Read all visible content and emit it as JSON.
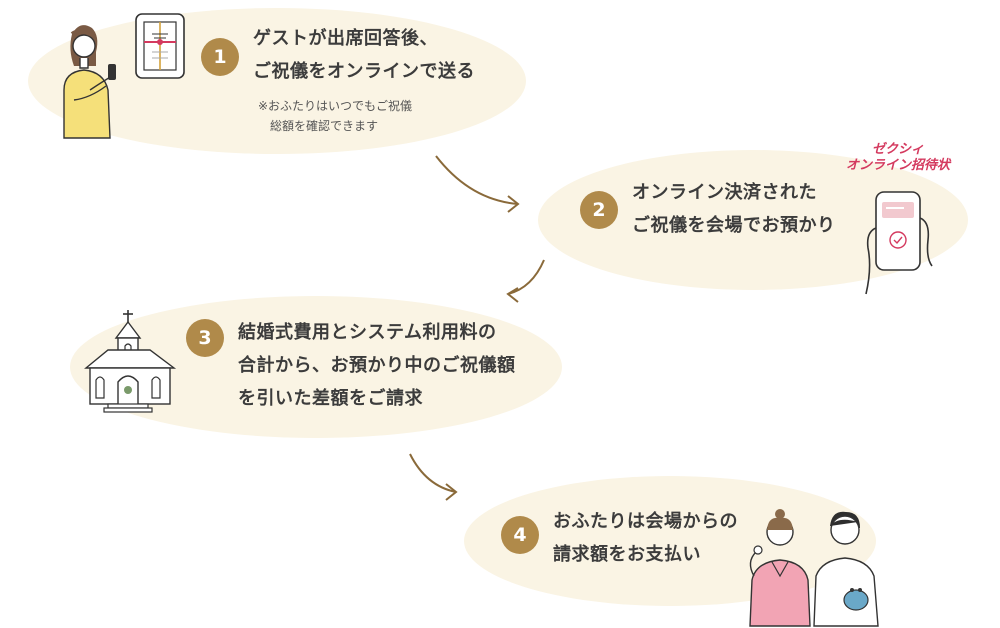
{
  "steps": [
    {
      "number": "1",
      "line1": "ゲストが出席回答後、",
      "line2": "ご祝儀をオンラインで送る",
      "note1": "※おふたりはいつでもご祝儀",
      "note2": "総額を確認できます"
    },
    {
      "number": "2",
      "line1": "オンライン決済された",
      "line2": "ご祝儀を会場でお預かり"
    },
    {
      "number": "3",
      "line1": "結婚式費用とシステム利用料の",
      "line2": "合計から、お預かり中のご祝儀額",
      "line3": "を引いた差額をご請求"
    },
    {
      "number": "4",
      "line1": "おふたりは会場からの",
      "line2": "請求額をお支払い"
    }
  ],
  "brand": {
    "line1": "ゼクシィ",
    "line2": "オンライン招待状"
  },
  "colors": {
    "accent": "#b08a4a",
    "blob": "#faf4e4",
    "brand": "#d43a5f"
  },
  "icons": [
    "woman-with-phone-icon",
    "gift-envelope-icon",
    "phone-in-hand-icon",
    "chapel-icon",
    "couple-icon",
    "flow-arrow-icon"
  ]
}
